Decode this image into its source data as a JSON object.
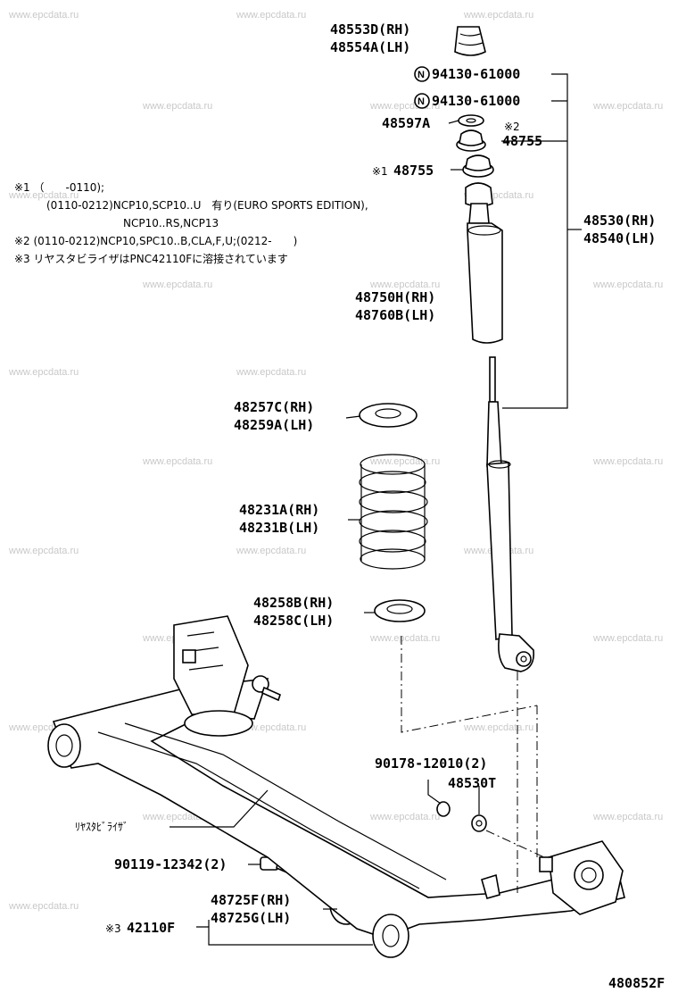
{
  "watermark": "www.epcdata.ru",
  "diagram_id": "480852F",
  "notes": [
    "※1 （　　-0110);",
    "(0110-0212)NCP10,SCP10..U　有り(EURO SPORTS EDITION),",
    "NCP10..RS,NCP13",
    "※2 (0110-0212)NCP10,SPC10..B,CLA,F,U;(0212-　　)",
    "※3 リヤスタビライザはPNC42110Fに溶接されています"
  ],
  "parts": {
    "bump_stop_cap": [
      "48553D(RH)",
      "48554A(LH)"
    ],
    "nut_1": "94130-61000",
    "nut_2": "94130-61000",
    "nut_marker": "N",
    "washer": "48597A",
    "mount_note": "※2",
    "mount_upper": "48755",
    "mount_lower_mark": "※1",
    "mount_lower": "48755",
    "absorber_assy": [
      "48530(RH)",
      "48540(LH)"
    ],
    "boot": [
      "48750H(RH)",
      "48760B(LH)"
    ],
    "upper_seat": [
      "48257C(RH)",
      "48259A(LH)"
    ],
    "coil_spring": [
      "48231A(RH)",
      "48231B(LH)"
    ],
    "lower_seat": [
      "48258B(RH)",
      "48258C(LH)"
    ],
    "bolt_1": "90178-12010(2)",
    "bushing_small": "48530T",
    "stabilizer_label": "ﾘﾔｽﾀﾋﾞﾗｲｻﾞ",
    "bolt_2": "90119-12342(2)",
    "bushing": [
      "48725F(RH)",
      "48725G(LH)"
    ],
    "axle_mark": "※3",
    "axle_beam": "42110F"
  }
}
